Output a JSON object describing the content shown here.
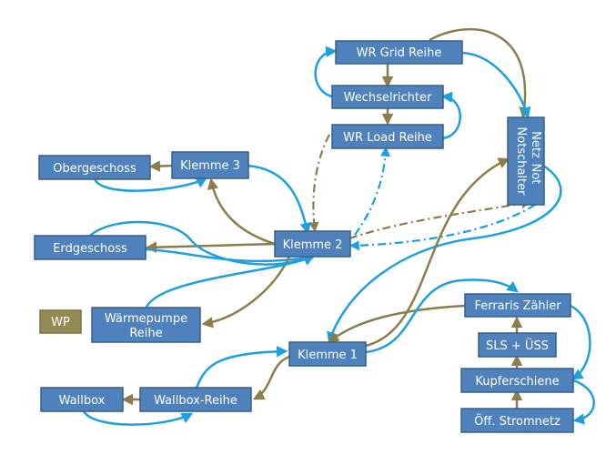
{
  "colors": {
    "node_fill": "#4f81bd",
    "node_border": "#385d8a",
    "wp_fill": "#948a54",
    "blue_line": "#1ea0e0",
    "olive_line": "#8c7d4a"
  },
  "nodes": {
    "wr_grid_reihe": "WR Grid Reihe",
    "wechselrichter": "Wechselrichter",
    "wr_load_reihe": "WR Load Reihe",
    "netz_notschalter_line1": "Netz",
    "netz_notschalter_line2": "Not",
    "netz_notschalter_line3": "Notschalter",
    "obergeschoss": "Obergeschoss",
    "klemme3": "Klemme 3",
    "erdgeschoss": "Erdgeschoss",
    "klemme2": "Klemme 2",
    "wp": "WP",
    "waermepumpe_line1": "Wärmepumpe",
    "waermepumpe_line2": "Reihe",
    "ferraris_zaehler": "Ferraris Zähler",
    "sls_uess": "SLS + ÜSS",
    "klemme1": "Klemme 1",
    "kupferschiene": "Kupferschiene",
    "wallbox": "Wallbox",
    "wallbox_reihe": "Wallbox-Reihe",
    "oeff_stromnetz": "Öff. Stromnetz"
  }
}
